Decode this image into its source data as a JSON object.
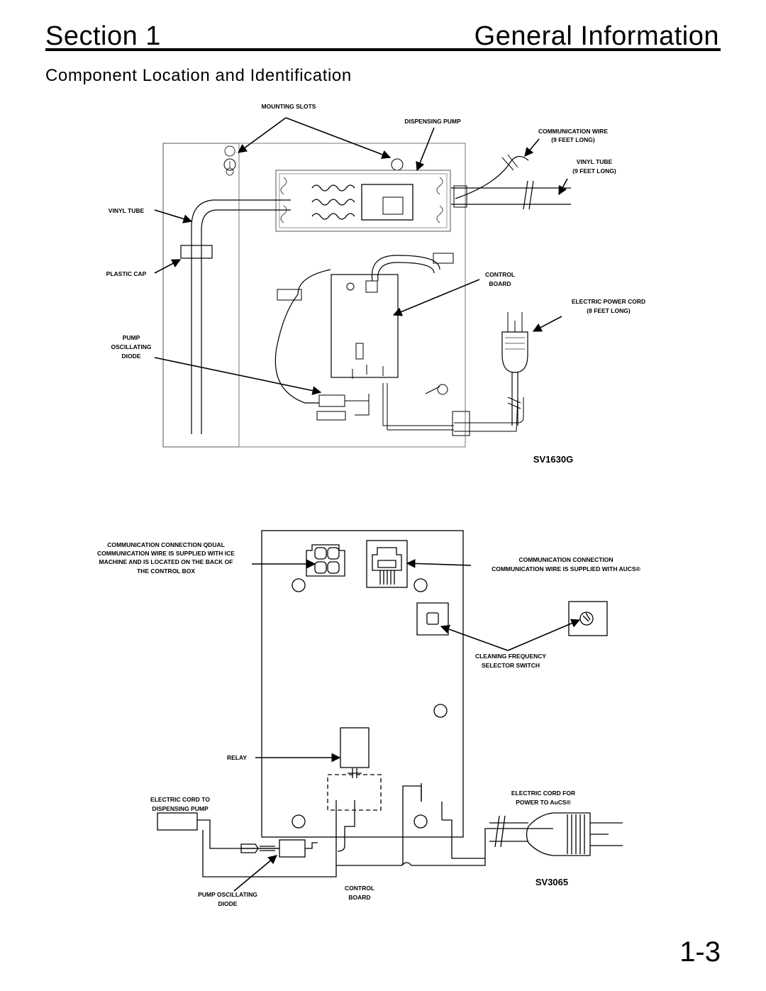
{
  "header": {
    "section": "Section 1",
    "title": "General Information"
  },
  "subtitle": "Component Location and Identification",
  "page_number": "1-3",
  "diagram_sv1630g": {
    "model": "SV1630G",
    "labels": {
      "mounting_slots": "MOUNTING SLOTS",
      "dispensing_pump": "DISPENSING PUMP",
      "communication_wire_1": "COMMUNICATION WIRE",
      "communication_wire_2": "(9 FEET LONG)",
      "vinyl_tube_right_1": "VINYL TUBE",
      "vinyl_tube_right_2": "(9 FEET LONG)",
      "vinyl_tube_left": "VINYL TUBE",
      "plastic_cap": "PLASTIC CAP",
      "control_board_1": "CONTROL",
      "control_board_2": "BOARD",
      "power_cord_1": "ELECTRIC POWER CORD",
      "power_cord_2": "(8 FEET LONG)",
      "pump_diode_1": "PUMP",
      "pump_diode_2": "OSCILLATING",
      "pump_diode_3": "DIODE"
    }
  },
  "diagram_sv3065": {
    "model": "SV3065",
    "labels": {
      "comm_qdual_1": "COMMUNICATION CONNECTION QDUAL",
      "comm_qdual_2": "COMMUNICATION WIRE IS SUPPLIED WITH ICE",
      "comm_qdual_3": "MACHINE AND IS LOCATED ON THE BACK OF",
      "comm_qdual_4": "THE CONTROL BOX",
      "comm_aucs_1": "COMMUNICATION CONNECTION",
      "comm_aucs_2": "COMMUNICATION WIRE IS SUPPLIED WITH AUCS®",
      "cleaning_1": "CLEANING FREQUENCY",
      "cleaning_2": "SELECTOR SWITCH",
      "relay": "RELAY",
      "cord_pump_1": "ELECTRIC CORD TO",
      "cord_pump_2": "DISPENSING PUMP",
      "cord_power_1": "ELECTRIC CORD FOR",
      "cord_power_2": "POWER TO AuCS®",
      "diode_1": "PUMP OSCILLATING",
      "diode_2": "DIODE",
      "board_1": "CONTROL",
      "board_2": "BOARD"
    }
  }
}
